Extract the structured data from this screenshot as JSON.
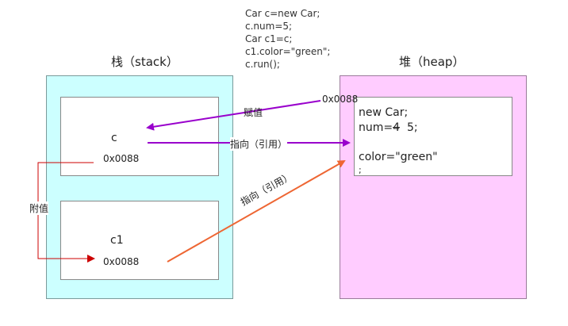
{
  "code": {
    "lines": [
      "Car c=new Car;",
      "c.num=5;",
      "Car c1=c;",
      "c1.color=\"green\";",
      "c.run();"
    ]
  },
  "stack": {
    "title": "栈（stack）",
    "var_c": {
      "name": "c",
      "address": "0x0088"
    },
    "var_c1": {
      "name": "c1",
      "address": "0x0088"
    }
  },
  "heap": {
    "title": "堆（heap）",
    "object": {
      "line1": "new Car;",
      "line2_prefix": "num=",
      "line2_struck": "4",
      "line2_suffix": "  5;",
      "line3": "color=\"green\"",
      "line4": ";"
    }
  },
  "labels": {
    "heap_address": "0x0088",
    "assign": "赋值",
    "points_to_c": "指向（引用）",
    "copy_value": "附值",
    "points_to_c1": "指向（引用）"
  },
  "colors": {
    "stack_bg": "#ccffff",
    "heap_bg": "#ffccff",
    "purple_arrow": "#9900cc",
    "orange_arrow": "#ee6633",
    "red_arrow": "#cc0000"
  }
}
